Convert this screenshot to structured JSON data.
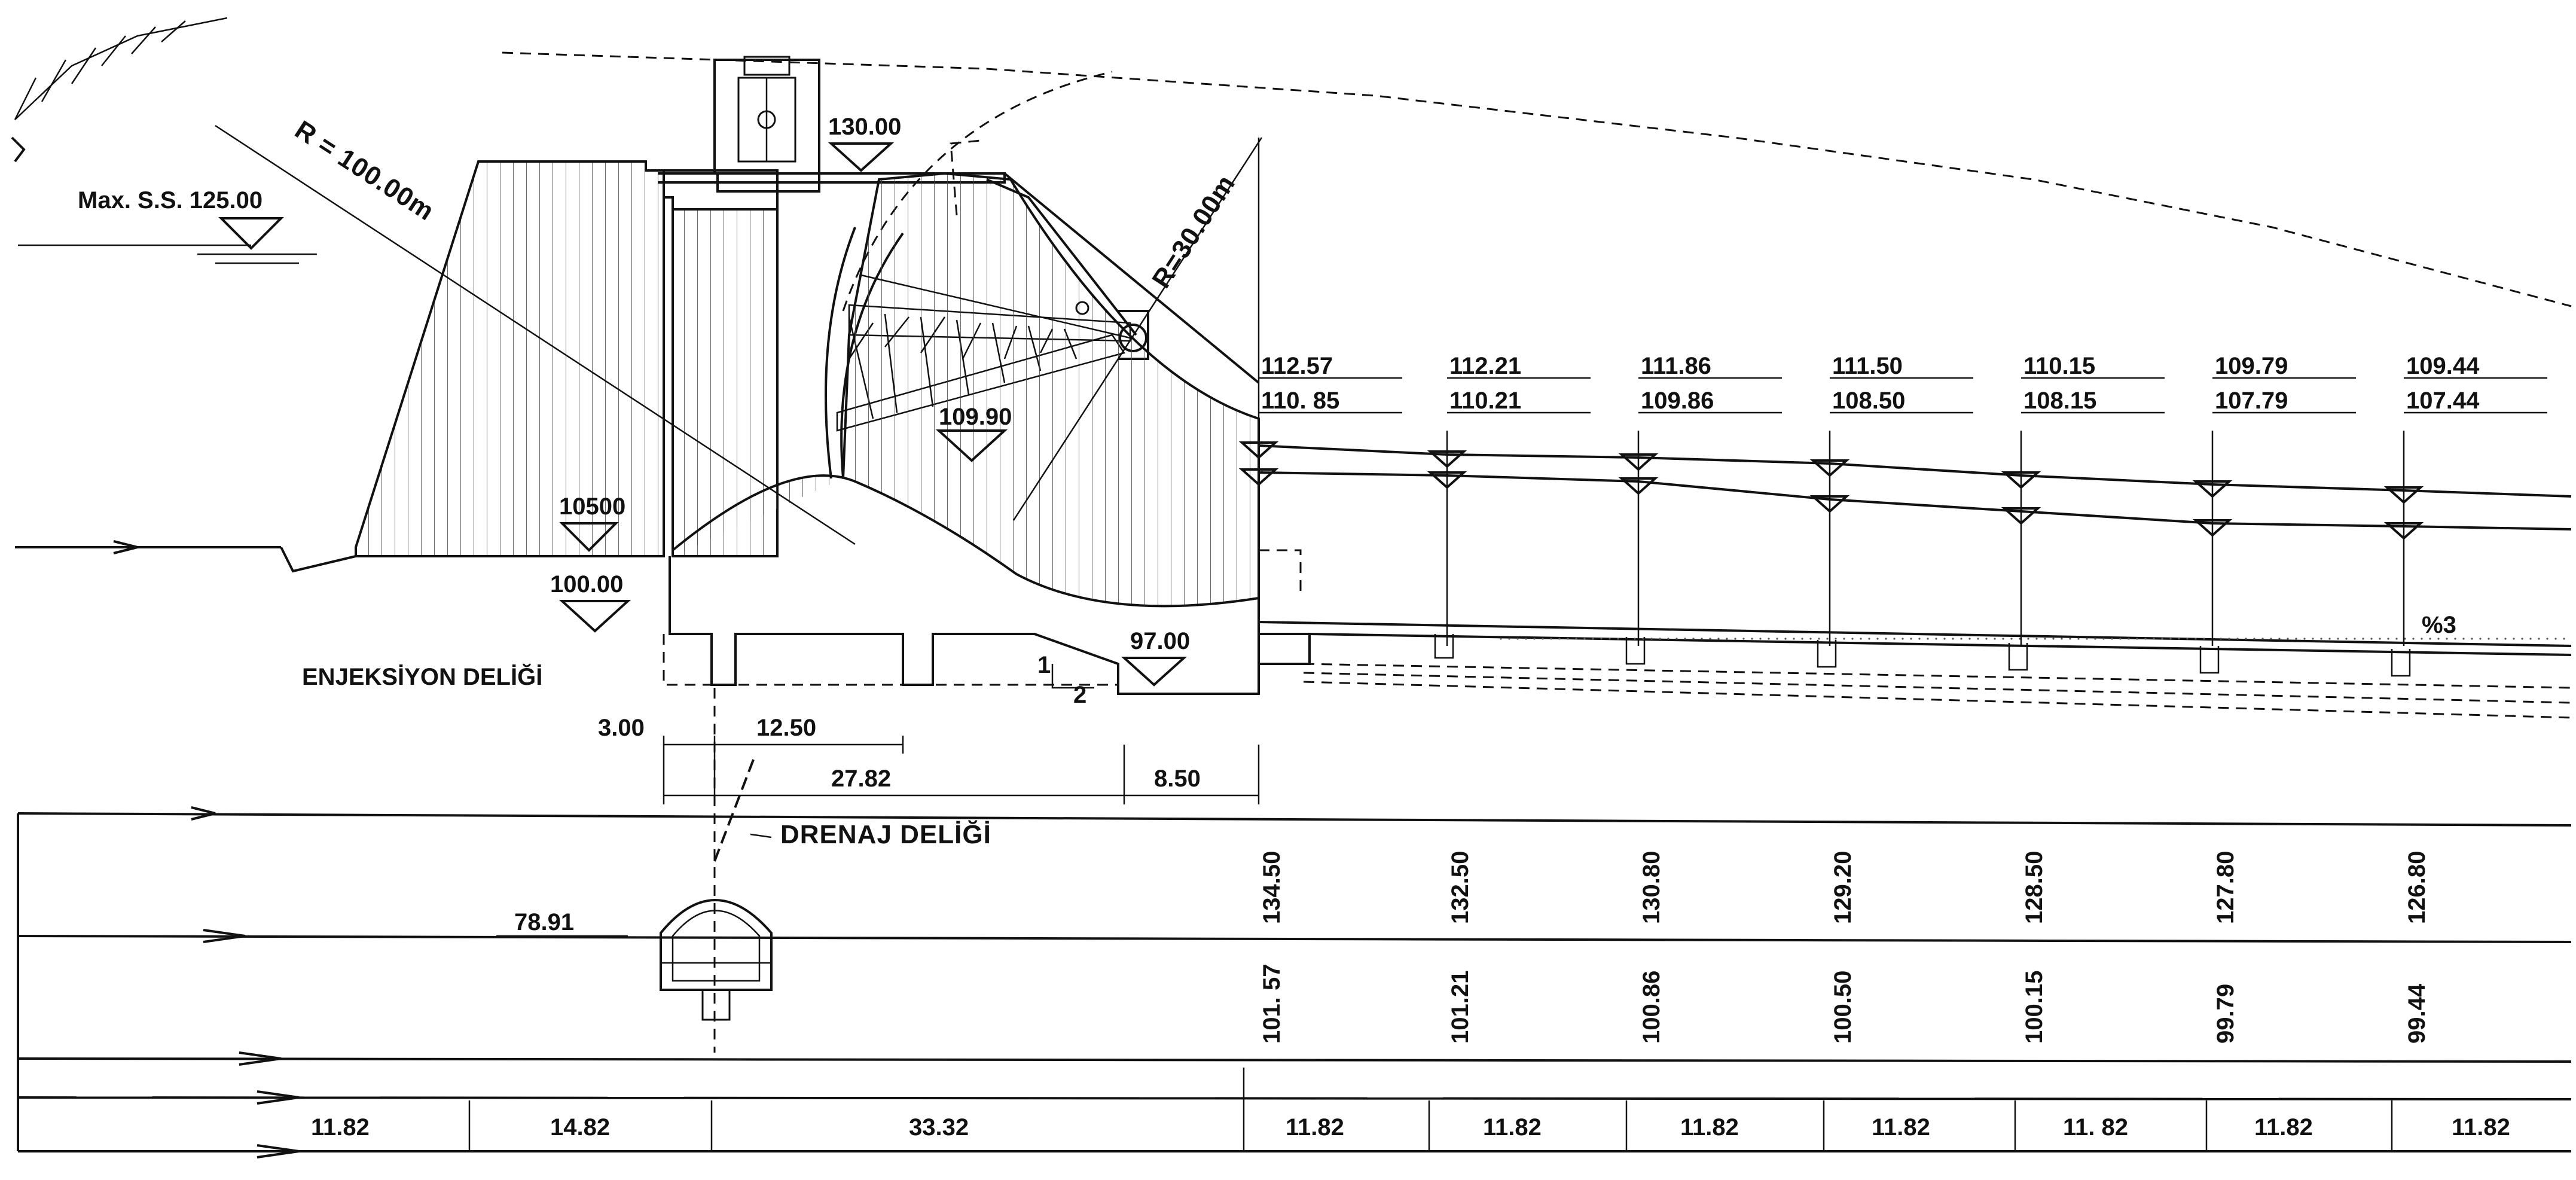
{
  "labels": {
    "max_ss": "Max. S.S. 125.00",
    "radius_big": "R = 100.00m",
    "radius_small": "R=30.00m",
    "crest_top": "130.00",
    "gate_sill": "109.90",
    "foundation_left": "10500",
    "foundation_base": "100.00",
    "bucket": "97.00",
    "injection": "ENJEKSİYON DELİĞİ",
    "drainage": "DRENAJ DELİĞİ",
    "slope": "%3",
    "slope_ratio_1": "1",
    "slope_ratio_2": "2",
    "tunnel_elev": "78.91"
  },
  "dimensions": {
    "d1": "3.00",
    "d2": "12.50",
    "d3": "27.82",
    "d4": "8.50"
  },
  "stations": [
    {
      "top": "112.57",
      "bottom": "110. 85",
      "ground": "134.50",
      "bed": "101. 57"
    },
    {
      "top": "112.21",
      "bottom": "110.21",
      "ground": "132.50",
      "bed": "101.21"
    },
    {
      "top": "111.86",
      "bottom": "109.86",
      "ground": "130.80",
      "bed": "100.86"
    },
    {
      "top": "111.50",
      "bottom": "108.50",
      "ground": "129.20",
      "bed": "100.50"
    },
    {
      "top": "110.15",
      "bottom": "108.15",
      "ground": "128.50",
      "bed": "100.15"
    },
    {
      "top": "109.79",
      "bottom": "107.79",
      "ground": "127.80",
      "bed": "99.79"
    },
    {
      "top": "109.44",
      "bottom": "107.44",
      "ground": "126.80",
      "bed": "99.44"
    }
  ],
  "bottom_distances": [
    "11.82",
    "14.82",
    "33.32",
    "11.82",
    "11.82",
    "11.82",
    "11.82",
    "11. 82",
    "11.82",
    "11.82"
  ]
}
